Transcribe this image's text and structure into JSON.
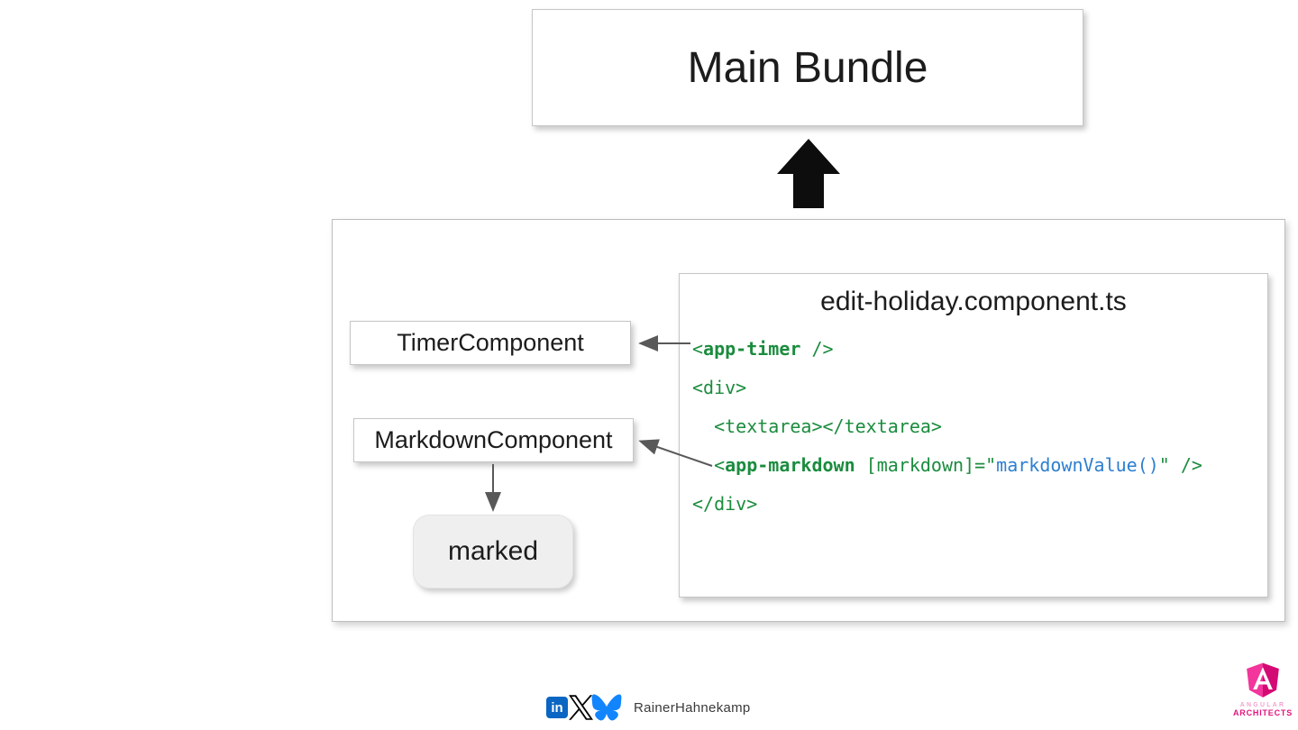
{
  "main_bundle": {
    "label": "Main Bundle"
  },
  "components": [
    {
      "label": "TimerComponent"
    },
    {
      "label": "MarkdownComponent"
    },
    {
      "label": "marked"
    }
  ],
  "code": {
    "title": "edit-holiday.component.ts",
    "lines": [
      {
        "tokens": [
          {
            "text": "<",
            "style": "tag"
          },
          {
            "text": "app-timer",
            "style": "tag_bold"
          },
          {
            "text": " />",
            "style": "tag"
          }
        ]
      },
      {
        "tokens": [
          {
            "text": "<div>",
            "style": "tag"
          }
        ]
      },
      {
        "tokens": [
          {
            "text": "  <textarea></textarea>",
            "style": "tag"
          }
        ]
      },
      {
        "tokens": [
          {
            "text": "  <",
            "style": "tag"
          },
          {
            "text": "app-markdown",
            "style": "tag_bold"
          },
          {
            "text": " [markdown]=\"",
            "style": "tag"
          },
          {
            "text": "markdownValue()",
            "style": "expr"
          },
          {
            "text": "\" />",
            "style": "tag"
          }
        ]
      },
      {
        "tokens": [
          {
            "text": "</div>",
            "style": "tag"
          }
        ]
      }
    ]
  },
  "footer": {
    "handle": "RainerHahnekamp",
    "linkedin_text": "in",
    "icons": [
      "linkedin-icon",
      "x-icon",
      "bluesky-icon"
    ]
  },
  "logo": {
    "line1": "ANGULAR",
    "line2": "ARCHITECTS"
  },
  "colors": {
    "code_tag": "#1b8c3e",
    "code_expr": "#2e7fd0",
    "arrow_gray": "#595959",
    "arrow_black": "#0d0d0d",
    "linkedin_blue": "#0a66c2",
    "x_black": "#000000",
    "bluesky_blue": "#1185fe",
    "logo_pink": "#f2369b",
    "logo_pink_dark": "#d40a74",
    "logo_text_light": "#f2a3cd",
    "logo_text_dark": "#e4147e",
    "box_text": "#1c1c1c"
  }
}
